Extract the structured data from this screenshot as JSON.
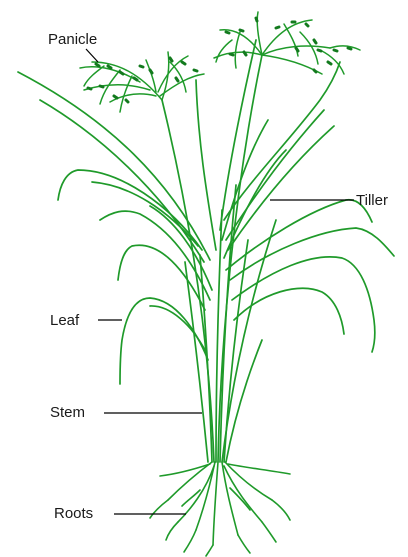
{
  "diagram": {
    "labels": {
      "panicle": "Panicle",
      "tiller": "Tiller",
      "leaf": "Leaf",
      "stem": "Stem",
      "roots": "Roots"
    },
    "colors": {
      "plant": "#1f9a2a",
      "plant_dark": "#137a1e",
      "text": "#1a1a1a",
      "leader": "#000000",
      "background": "#ffffff"
    }
  }
}
